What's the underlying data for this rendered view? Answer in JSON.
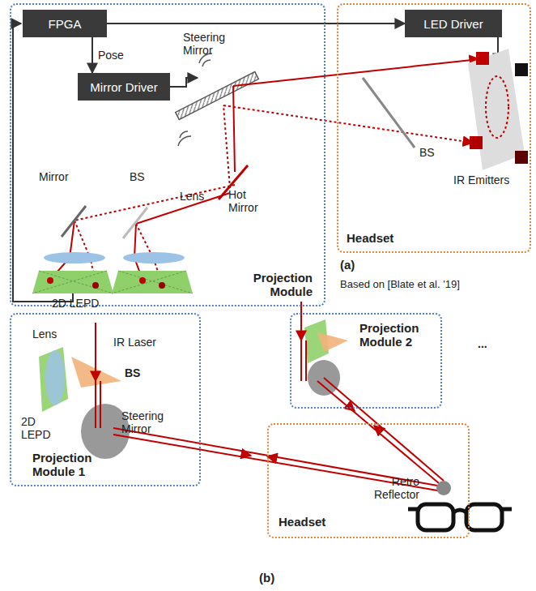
{
  "diagram": {
    "nodes": [
      {
        "text": [
          "Projection Module"
        ]
      },
      {
        "text": [
          "FPGA"
        ],
        "in": 0
      },
      {
        "text": [
          "Mirror Driver"
        ],
        "in": 0
      },
      {
        "text": [
          "Headset"
        ]
      },
      {
        "text": [
          "LED Driver"
        ],
        "in": 3
      },
      {
        "text": [
          "Projection Module 1"
        ]
      },
      {
        "text": [
          "Headset"
        ]
      },
      {
        "text": [
          "Projection Module 2"
        ]
      }
    ],
    "edges": [
      {
        "from": 1,
        "to": 2,
        "arrow": "to",
        "label": "Pose"
      },
      {
        "from": 1,
        "to": 4,
        "arrow": "to"
      }
    ],
    "labels": [
      "Steering Mirror",
      "Mirror",
      "BS",
      "Lens",
      "Hot Mirror",
      "2D LEPD",
      "BS",
      "IR Emitters",
      "(a)",
      "Based on [Blate et al. '19]",
      "Lens",
      "IR Laser",
      "BS",
      "2D LEPD",
      "Steering Mirror",
      "Retro Reflector",
      "...",
      "(b)"
    ]
  }
}
